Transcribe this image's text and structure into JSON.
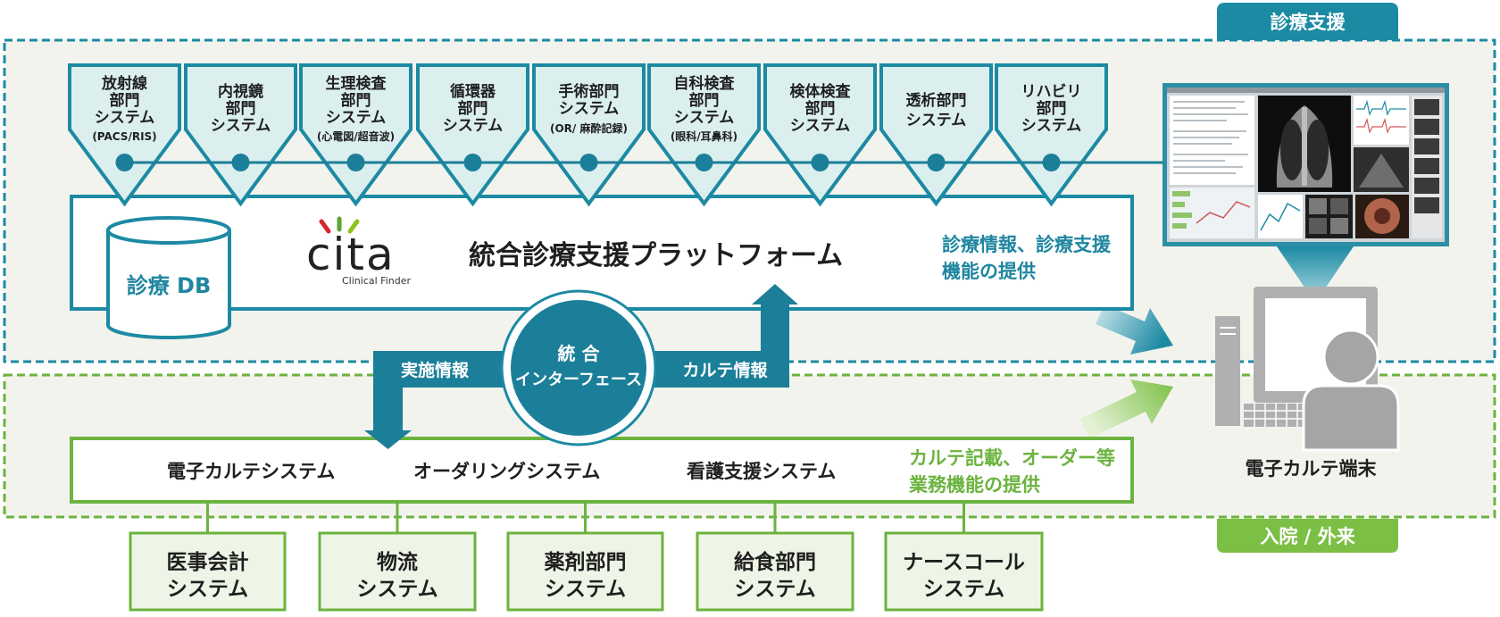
{
  "sections": {
    "clinical_support_tab": "診療支援",
    "inpatient_outpatient_tab": "入院 / 外来"
  },
  "department_systems": [
    {
      "lines": [
        "放射線",
        "部門",
        "システム"
      ],
      "note": "(PACS/RIS)"
    },
    {
      "lines": [
        "内視鏡",
        "部門",
        "システム"
      ]
    },
    {
      "lines": [
        "生理検査",
        "部門",
        "システム"
      ],
      "note": "(心電図/超音波)"
    },
    {
      "lines": [
        "循環器",
        "部門",
        "システム"
      ]
    },
    {
      "lines": [
        "手術部門",
        "システム"
      ],
      "note": "(OR/ 麻酔記録)"
    },
    {
      "lines": [
        "自科検査",
        "部門",
        "システム"
      ],
      "note": "(眼科/耳鼻科)"
    },
    {
      "lines": [
        "検体検査",
        "部門",
        "システム"
      ]
    },
    {
      "lines": [
        "透析部門",
        "システム"
      ]
    },
    {
      "lines": [
        "リハビリ",
        "部門",
        "システム"
      ]
    }
  ],
  "platform": {
    "database_label": "診療 DB",
    "logo_wordmark": "cita",
    "logo_tagline": "Clinical Finder",
    "title": "統合診療支援プラットフォーム",
    "feature_lines": [
      "診療情報、診療支援",
      "機能の提供"
    ]
  },
  "integration_interface": {
    "lines": [
      "統 合",
      "インターフェース"
    ],
    "outbound_label": "実施情報",
    "inbound_label": "カルテ情報"
  },
  "ehr_platform": {
    "systems": [
      "電子カルテシステム",
      "オーダリングシステム",
      "看護支援システム"
    ],
    "feature_lines": [
      "カルテ記載、オーダー等",
      "業務機能の提供"
    ]
  },
  "peripheral_systems": [
    {
      "lines": [
        "医事会計",
        "システム"
      ]
    },
    {
      "lines": [
        "物流",
        "システム"
      ]
    },
    {
      "lines": [
        "薬剤部門",
        "システム"
      ]
    },
    {
      "lines": [
        "給食部門",
        "システム"
      ]
    },
    {
      "lines": [
        "ナースコール",
        "システム"
      ]
    }
  ],
  "terminal": {
    "label": "電子カルテ端末",
    "icon": "computer-user-icon",
    "screen_icon": "ehr-screen-thumbnail"
  },
  "colors": {
    "clinical_support": "#1c8aa3",
    "inpatient_outpatient": "#6cb33f",
    "background": "#f3f3ee"
  }
}
